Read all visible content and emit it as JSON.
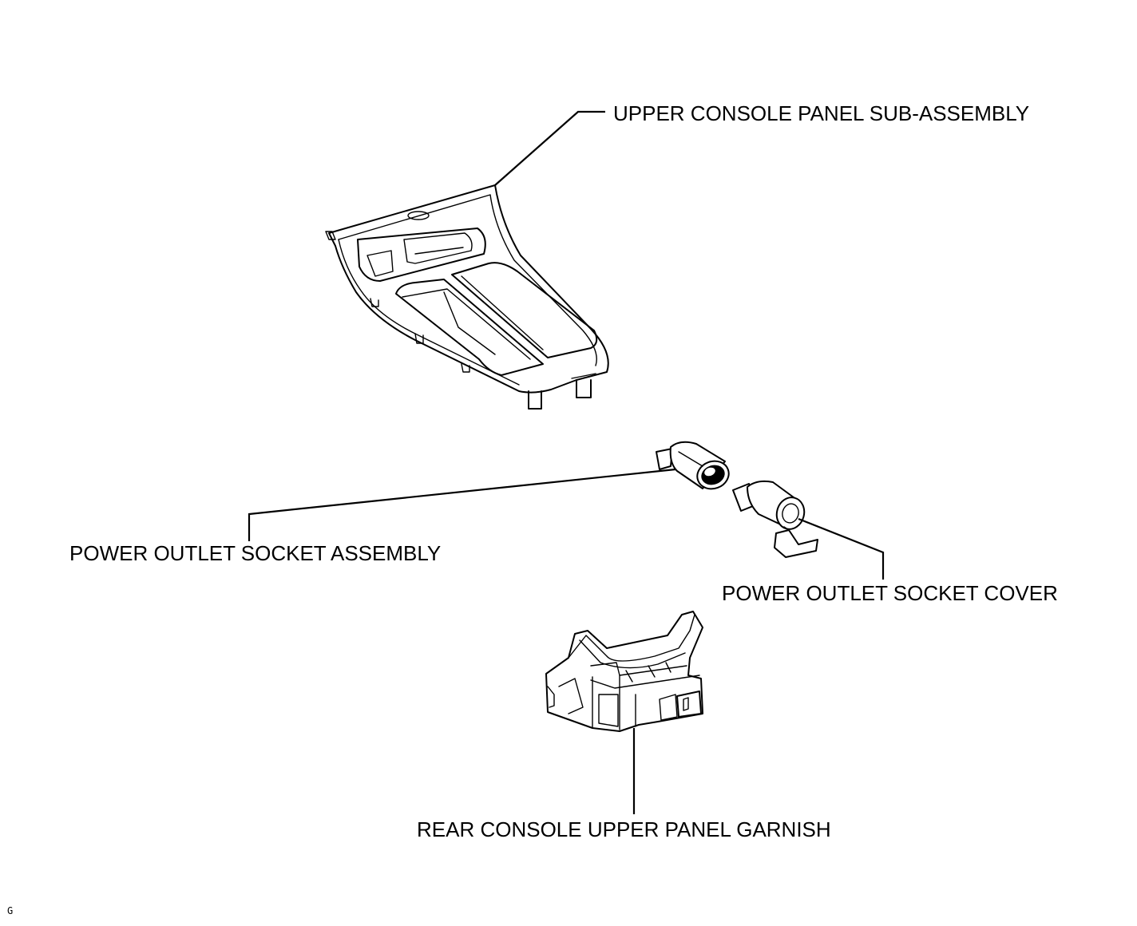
{
  "labels": {
    "upper_console": "UPPER CONSOLE PANEL SUB-ASSEMBLY",
    "socket_assembly": "POWER OUTLET SOCKET ASSEMBLY",
    "socket_cover": "POWER OUTLET SOCKET COVER",
    "garnish": "REAR CONSOLE UPPER PANEL GARNISH"
  },
  "figure_code": "G"
}
